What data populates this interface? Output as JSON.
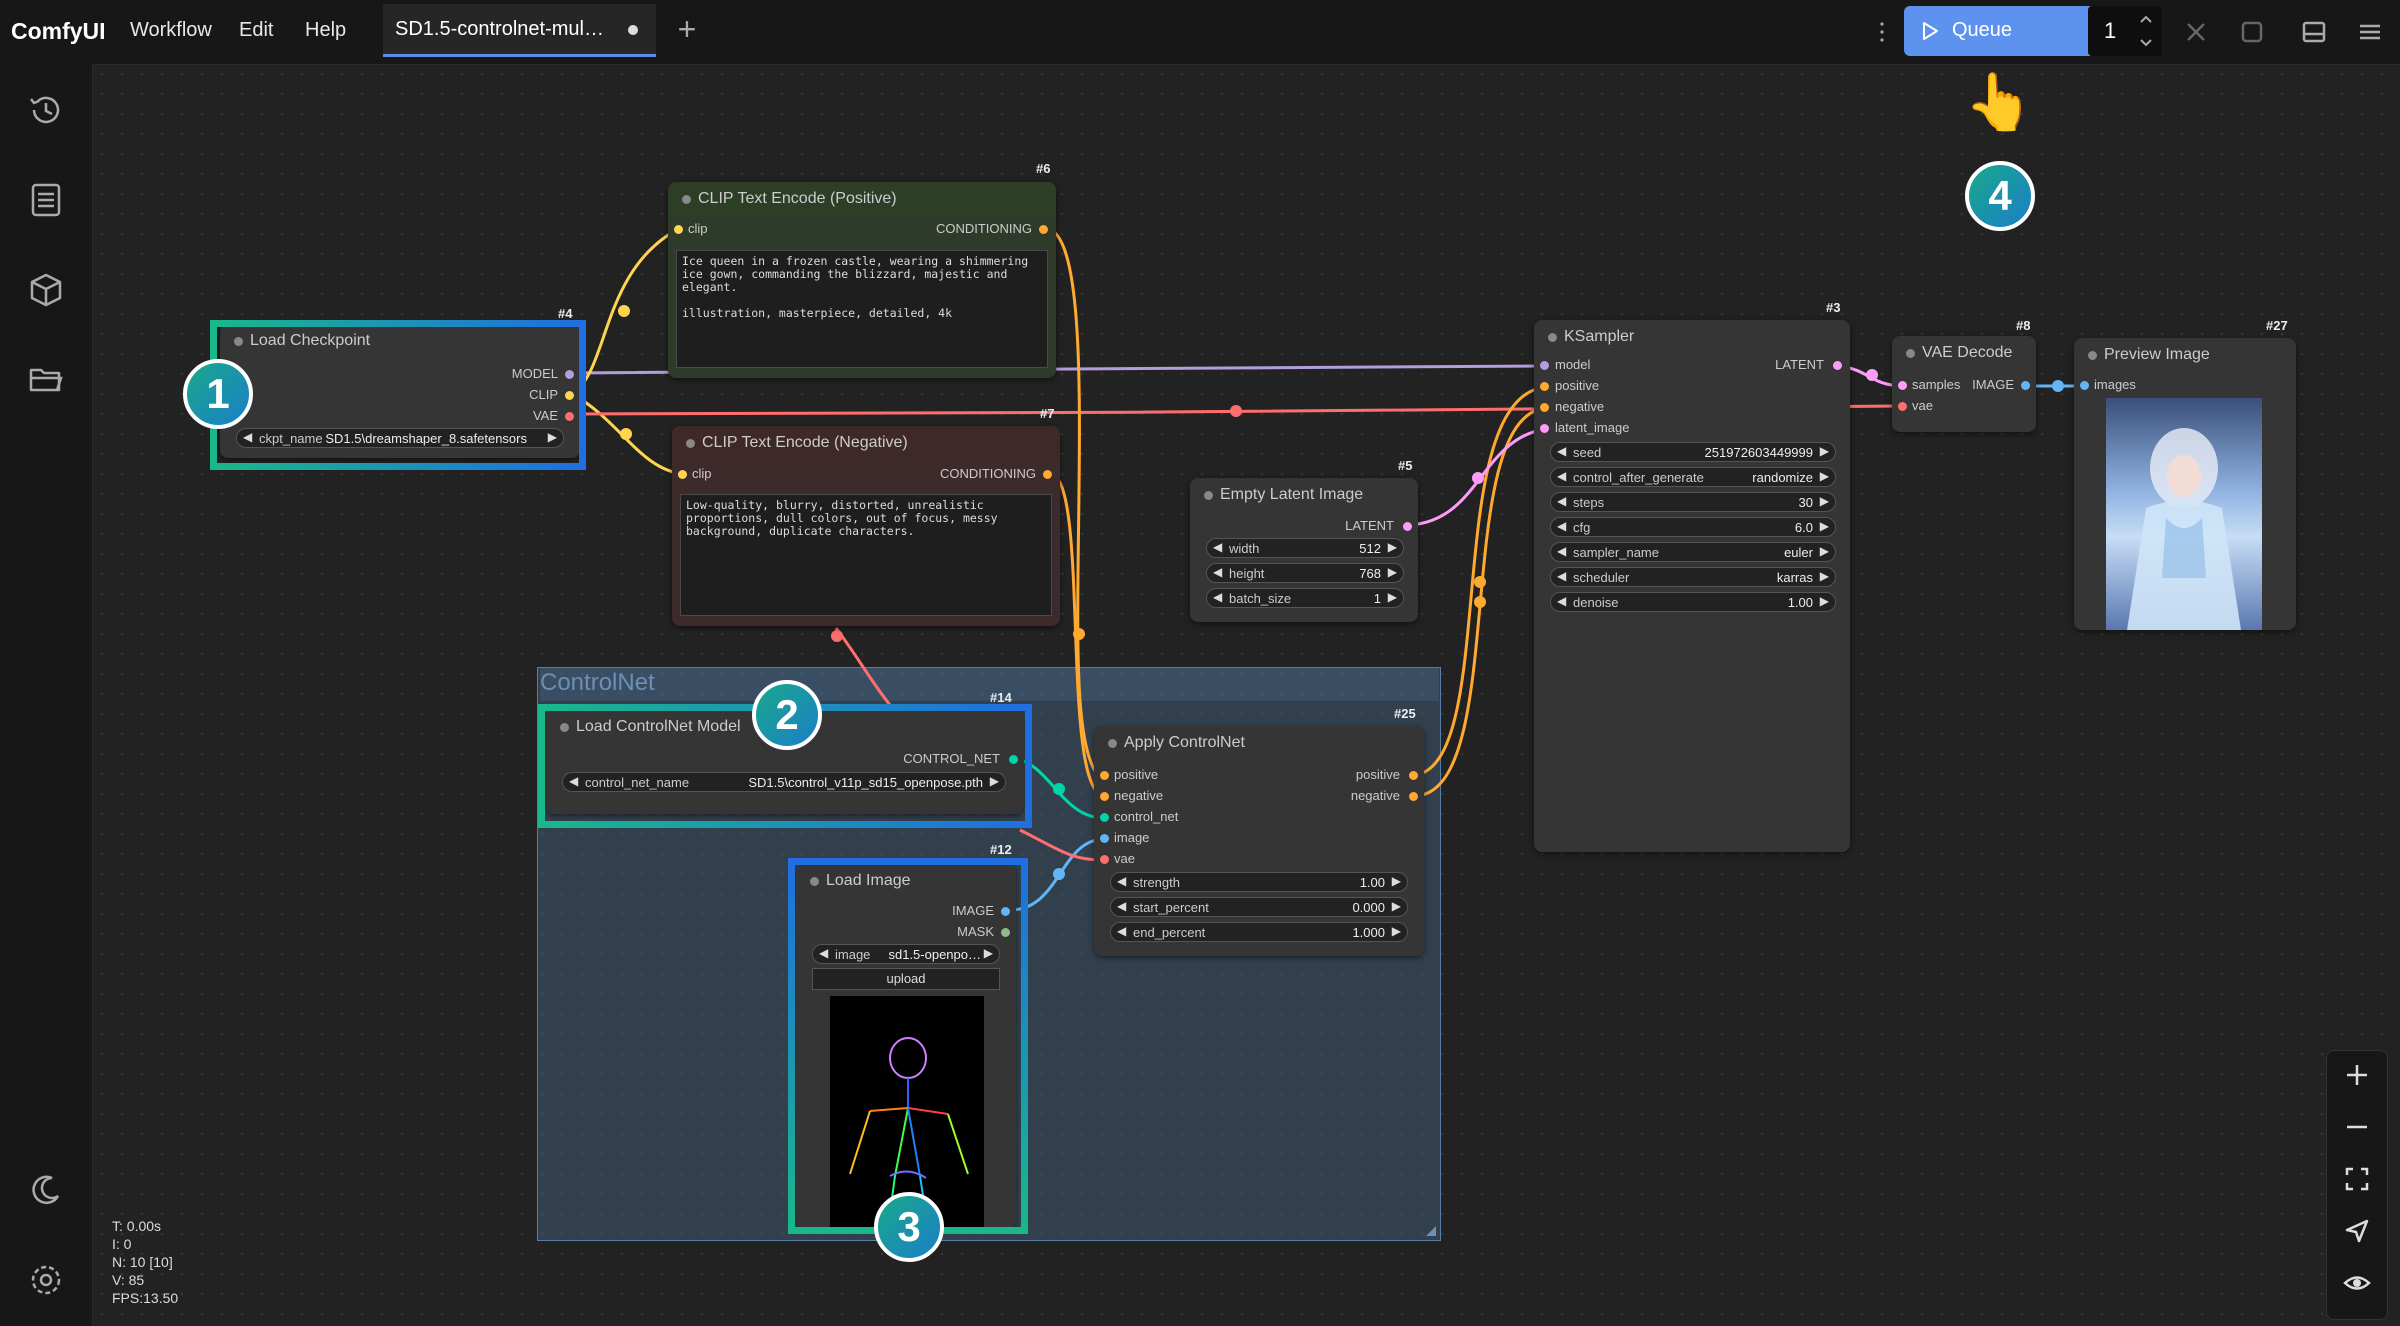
{
  "app": {
    "name": "ComfyUI"
  },
  "menu": {
    "workflow": "Workflow",
    "edit": "Edit",
    "help": "Help"
  },
  "tab": {
    "label": "SD1.5-controlnet-mul…"
  },
  "queue": {
    "label": "Queue",
    "count": "1"
  },
  "sidebar": {
    "icons": [
      "history-icon",
      "queue-list-icon",
      "model-library-icon",
      "workflows-icon",
      "theme-toggle-icon",
      "settings-icon"
    ]
  },
  "nodes": {
    "load_checkpoint": {
      "title": "Load Checkpoint",
      "id": "#4",
      "outputs": [
        "MODEL",
        "CLIP",
        "VAE"
      ],
      "ckpt_label": "ckpt_name",
      "ckpt_value": "SD1.5\\dreamshaper_8.safetensors"
    },
    "clip_pos": {
      "title": "CLIP Text Encode (Positive)",
      "id": "#6",
      "input": "clip",
      "output": "CONDITIONING",
      "text": "Ice queen in a frozen castle, wearing a shimmering ice gown, commanding the blizzard, majestic and elegant.\n\nillustration, masterpiece, detailed, 4k"
    },
    "clip_neg": {
      "title": "CLIP Text Encode (Negative)",
      "id": "#7",
      "input": "clip",
      "output": "CONDITIONING",
      "text": "Low-quality, blurry, distorted, unrealistic proportions, dull colors, out of focus, messy background, duplicate characters."
    },
    "empty_latent": {
      "title": "Empty Latent Image",
      "id": "#5",
      "output": "LATENT",
      "widgets": [
        {
          "label": "width",
          "value": "512"
        },
        {
          "label": "height",
          "value": "768"
        },
        {
          "label": "batch_size",
          "value": "1"
        }
      ]
    },
    "ksampler": {
      "title": "KSampler",
      "id": "#3",
      "inputs": [
        "model",
        "positive",
        "negative",
        "latent_image"
      ],
      "output": "LATENT",
      "widgets": [
        {
          "label": "seed",
          "value": "251972603449999"
        },
        {
          "label": "control_after_generate",
          "value": "randomize"
        },
        {
          "label": "steps",
          "value": "30"
        },
        {
          "label": "cfg",
          "value": "6.0"
        },
        {
          "label": "sampler_name",
          "value": "euler"
        },
        {
          "label": "scheduler",
          "value": "karras"
        },
        {
          "label": "denoise",
          "value": "1.00"
        }
      ]
    },
    "vae_decode": {
      "title": "VAE Decode",
      "id": "#8",
      "inputs": [
        "samples",
        "vae"
      ],
      "output": "IMAGE"
    },
    "preview": {
      "title": "Preview Image",
      "id": "#27",
      "input": "images"
    },
    "load_controlnet": {
      "title": "Load ControlNet Model",
      "id": "#14",
      "output": "CONTROL_NET",
      "cn_label": "control_net_name",
      "cn_value": "SD1.5\\control_v11p_sd15_openpose.pth"
    },
    "apply_controlnet": {
      "title": "Apply ControlNet",
      "id": "#25",
      "inputs": [
        "positive",
        "negative",
        "control_net",
        "image",
        "vae"
      ],
      "outputs": [
        "positive",
        "negative"
      ],
      "widgets": [
        {
          "label": "strength",
          "value": "1.00"
        },
        {
          "label": "start_percent",
          "value": "0.000"
        },
        {
          "label": "end_percent",
          "value": "1.000"
        }
      ]
    },
    "load_image": {
      "title": "Load Image",
      "id": "#12",
      "outputs": [
        "IMAGE",
        "MASK"
      ],
      "image_label": "image",
      "image_value": "sd1.5-openpo…",
      "upload": "upload"
    }
  },
  "group": {
    "title": "ControlNet"
  },
  "badges": [
    "1",
    "2",
    "3",
    "4"
  ],
  "status": {
    "t": "T: 0.00s",
    "i": "I: 0",
    "n": "N: 10 [10]",
    "v": "V: 85",
    "fps": "FPS:13.50"
  },
  "colors": {
    "accent": "#5d93ee",
    "highlight_blue": "#1f6fe0",
    "highlight_green": "#1ab78a",
    "model_link": "#b39ddb",
    "clip_link": "#ffd54f",
    "vae_link": "#ff6e6e",
    "conditioning_link": "#ffa931",
    "latent_link": "#ff9cf9",
    "image_link": "#64b5f6",
    "controlnet_link": "#00d4aa"
  }
}
